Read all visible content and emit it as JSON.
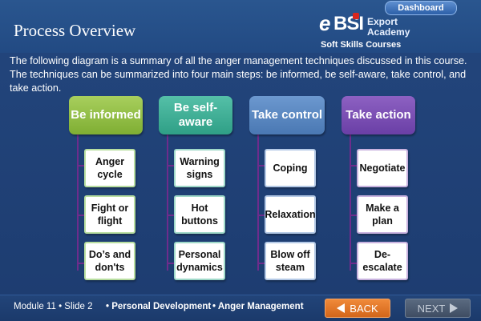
{
  "header": {
    "title": "Process Overview",
    "dashboard_label": "Dashboard",
    "logo": {
      "brand_e": "e",
      "brand_bsi": "BSI",
      "line1": "Export",
      "line2": "Academy",
      "line3": "Soft Skills Courses"
    }
  },
  "intro": "The following diagram is a summary of all the anger management techniques discussed in this course. The techniques can be summarized into four main steps: be informed, be self-aware, take control, and take action.",
  "steps": [
    {
      "title": "Be informed",
      "items": [
        "Anger cycle",
        "Fight or flight",
        "Do’s and don'ts"
      ]
    },
    {
      "title": "Be self-aware",
      "items": [
        "Warning signs",
        "Hot buttons",
        "Personal dynamics"
      ]
    },
    {
      "title": "Take control",
      "items": [
        "Coping",
        "Relaxation",
        "Blow off steam"
      ]
    },
    {
      "title": "Take action",
      "items": [
        "Negotiate",
        "Make a plan",
        "De-escalate"
      ]
    }
  ],
  "colors": {
    "step1": "#8fbd44",
    "step2": "#3fae93",
    "step3": "#5a87c1",
    "step4": "#7a4db3",
    "connector": "#6e2c8c"
  },
  "footer": {
    "module": "Module 11",
    "slide": "Slide 2",
    "crumb1": "Personal Development",
    "crumb2": "Anger Management",
    "back_label": "BACK",
    "next_label": "NEXT"
  }
}
